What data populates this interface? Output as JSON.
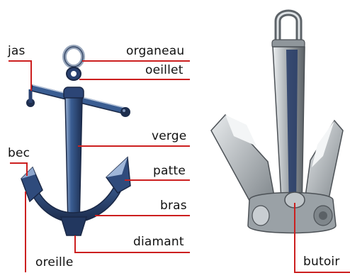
{
  "labels": {
    "jas": "jas",
    "organeau": "organeau",
    "oeillet": "oeillet",
    "verge": "verge",
    "bec": "bec",
    "patte": "patte",
    "bras": "bras",
    "diamant": "diamant",
    "oreille": "oreille",
    "butoir": "butoir"
  },
  "colors": {
    "leader": "#cc1f1f",
    "anchor_dark": "#233a63",
    "anchor_mid": "#3a5d92",
    "anchor_light": "#9fb6d8",
    "silver_dark": "#5d6368",
    "silver_mid": "#a4aaae",
    "silver_light": "#e6e9eb"
  }
}
